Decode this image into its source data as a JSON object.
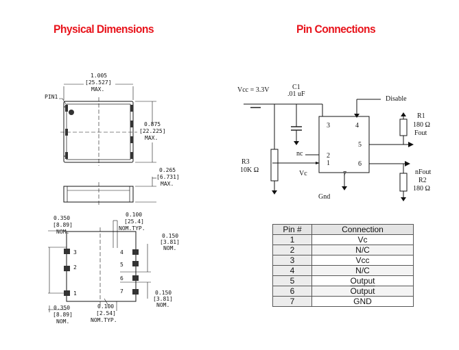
{
  "headings": {
    "physical": "Physical Dimensions",
    "pins": "Pin Connections"
  },
  "dimensions": {
    "pin1_label": "PIN1",
    "width": [
      "1.005",
      "[25.527]",
      "MAX."
    ],
    "height": [
      "0.875",
      "[22.225]",
      "MAX."
    ],
    "thickness": [
      "0.265",
      "[6.731]",
      "MAX."
    ],
    "top_pitch": [
      "0.100",
      "[25.4]",
      "NOM.TYP."
    ],
    "left_top": [
      "0.350",
      "[8.89]",
      "NOM."
    ],
    "right_top": [
      "0.150",
      "[3.81]",
      "NOM."
    ],
    "right_bottom": [
      "0.150",
      "[3.81]",
      "NOM."
    ],
    "left_bottom": [
      "0.350",
      "[8.89]",
      "NOM."
    ],
    "bottom_pitch": [
      "0.100",
      "[2.54]",
      "NOM.TYP."
    ],
    "pad_numbers": [
      "3",
      "2",
      "1",
      "4",
      "5",
      "6",
      "7"
    ]
  },
  "schematic": {
    "vcc": "Vcc = 3.3V",
    "c1": "C1",
    "c1_value": ".01 uF",
    "disable": "Disable",
    "r1": "R1",
    "r1_value": "180 Ω",
    "fout": "Fout",
    "nc": "nc",
    "r3": "R3",
    "r3_value": "10K Ω",
    "vc": "Vc",
    "nfout": "nFout",
    "r2": "R2",
    "r2_value": "180 Ω",
    "gnd": "Gnd",
    "ic_pins": [
      "3",
      "4",
      "5",
      "2",
      "1",
      "6",
      "7"
    ]
  },
  "pin_table": {
    "headers": [
      "Pin #",
      "Connection"
    ],
    "rows": [
      {
        "pin": "1",
        "connection": "Vc"
      },
      {
        "pin": "2",
        "connection": "N/C"
      },
      {
        "pin": "3",
        "connection": "Vcc"
      },
      {
        "pin": "4",
        "connection": "N/C"
      },
      {
        "pin": "5",
        "connection": "Output"
      },
      {
        "pin": "6",
        "connection": "Output"
      },
      {
        "pin": "7",
        "connection": "GND"
      }
    ]
  }
}
